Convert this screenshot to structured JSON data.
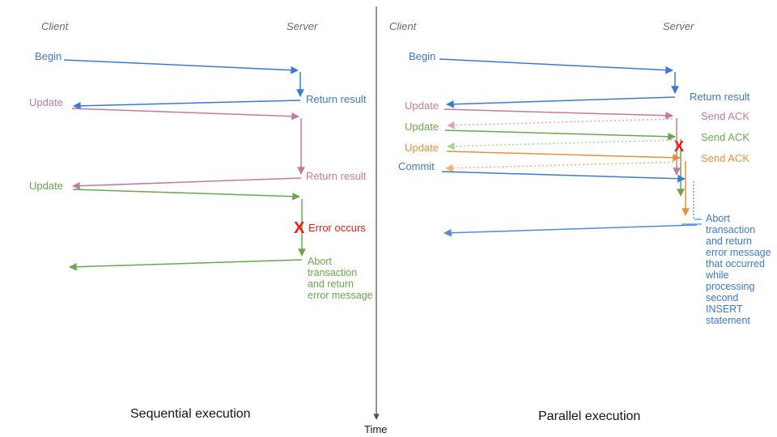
{
  "palette": {
    "blue": "#3c78d8",
    "light_blue": "#6d9eeb",
    "pink": "#c27ba0",
    "light_pink": "#d9a7c3",
    "green": "#6aa84f",
    "light_green": "#aed29a",
    "orange": "#e69138",
    "light_orange": "#f7c18c",
    "red": "#f21a0d",
    "header_gray": "#6a6a6a",
    "axis_gray": "#4d4d4d"
  },
  "time_axis": {
    "label": "Time"
  },
  "left": {
    "title": "Sequential execution",
    "client_header": "Client",
    "server_header": "Server",
    "labels": {
      "begin": "Begin",
      "return_result_1": "Return result",
      "update_1": "Update",
      "return_result_2": "Return result",
      "update_2": "Update",
      "error_x": "X",
      "error_occurs": "Error occurs",
      "abort": "Abort\ntransaction\nand return\nerror message"
    }
  },
  "right": {
    "title": "Parallel execution",
    "client_header": "Client",
    "server_header": "Server",
    "labels": {
      "begin": "Begin",
      "return_result": "Return result",
      "update_1": "Update",
      "send_ack_1": "Send ACK",
      "update_2": "Update",
      "send_ack_2": "Send ACK",
      "update_3": "Update",
      "send_ack_3": "Send ACK",
      "commit": "Commit",
      "error_x": "X",
      "abort": "Abort\ntransaction\nand return\nerror message\nthat occurred\nwhile\nprocessing\nsecond\nINSERT\nstatement"
    }
  }
}
